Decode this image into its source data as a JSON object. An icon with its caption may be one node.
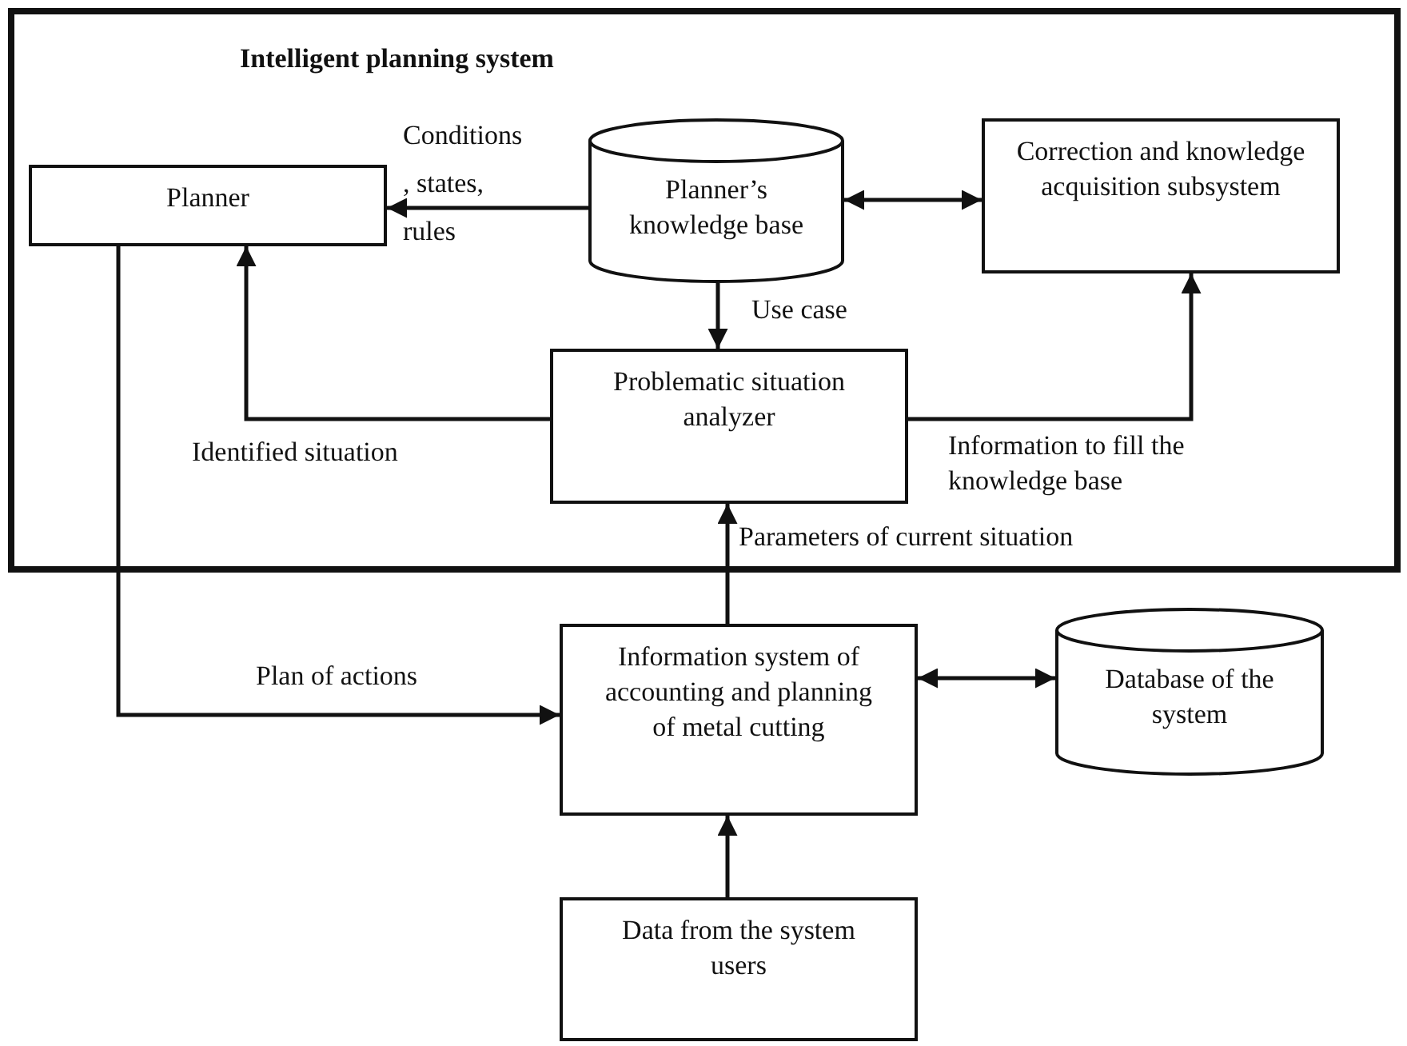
{
  "diagram": {
    "nodes": [
      {
        "text": [
          "Intelligent planning system"
        ]
      },
      {
        "text": [
          "Planner"
        ],
        "in": 0
      },
      {
        "text": [
          "Planner’s knowledge base"
        ],
        "in": 0
      },
      {
        "text": [
          "Correction and knowledge acquisition subsystem"
        ],
        "in": 0
      },
      {
        "text": [
          "Problematic situation analyzer"
        ],
        "in": 0
      },
      {
        "text": [
          "Information system of accounting and planning of metal cutting"
        ]
      },
      {
        "text": [
          "Database of the system"
        ]
      },
      {
        "text": [
          "Data from the system users"
        ]
      }
    ],
    "edges": [
      {
        "from": 2,
        "to": 1,
        "arrow": "to",
        "label": "Conditions , states, rules"
      },
      {
        "from": 2,
        "to": 3,
        "arrow": "both"
      },
      {
        "from": 2,
        "to": 4,
        "arrow": "to",
        "label": "Use case"
      },
      {
        "from": 4,
        "to": 1,
        "arrow": "to",
        "label": "Identified situation"
      },
      {
        "from": 4,
        "to": 3,
        "arrow": "to",
        "label": "Information to fill the knowledge base"
      },
      {
        "from": 5,
        "to": 4,
        "arrow": "to",
        "label": "Parameters of current situation"
      },
      {
        "from": 1,
        "to": 5,
        "arrow": "to",
        "label": "Plan of actions"
      },
      {
        "from": 5,
        "to": 6,
        "arrow": "both"
      },
      {
        "from": 7,
        "to": 5,
        "arrow": "to"
      }
    ]
  }
}
